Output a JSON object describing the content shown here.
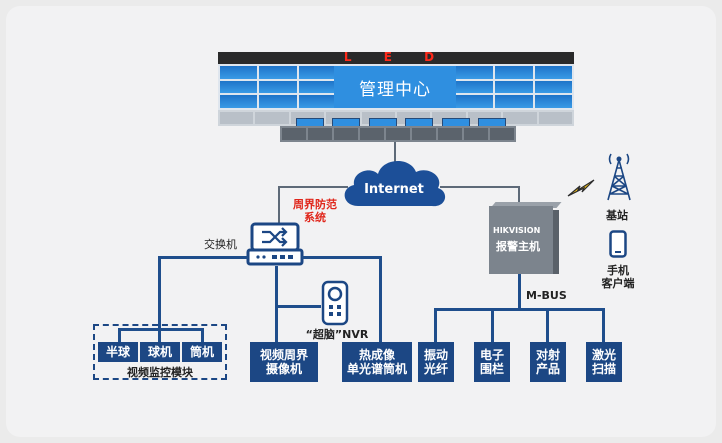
{
  "center": {
    "led": "L E D",
    "title": "管理中心"
  },
  "internet": "Internet",
  "perimeter": "周界防范\n系统",
  "switch": "交换机",
  "nvr": "“超脑”NVR",
  "video_module": {
    "label": "视频监控模块",
    "items": [
      "半球",
      "球机",
      "筒机"
    ]
  },
  "boxes": {
    "perimeter_camera": "视频周界\n摄像机",
    "thermal_camera": "热成像\n单光谱筒机"
  },
  "alarm": {
    "brand": "HIKVISION",
    "label": "报警主机",
    "bus": "M-BUS",
    "devices": [
      "振动\n光纤",
      "电子\n围栏",
      "对射\n产品",
      "激光\n扫描"
    ]
  },
  "base_station": "基站",
  "mobile": "手机\n客户端",
  "colors": {
    "box": "#1c4784",
    "line": "#1f4e8c",
    "alert": "#e0261b"
  }
}
